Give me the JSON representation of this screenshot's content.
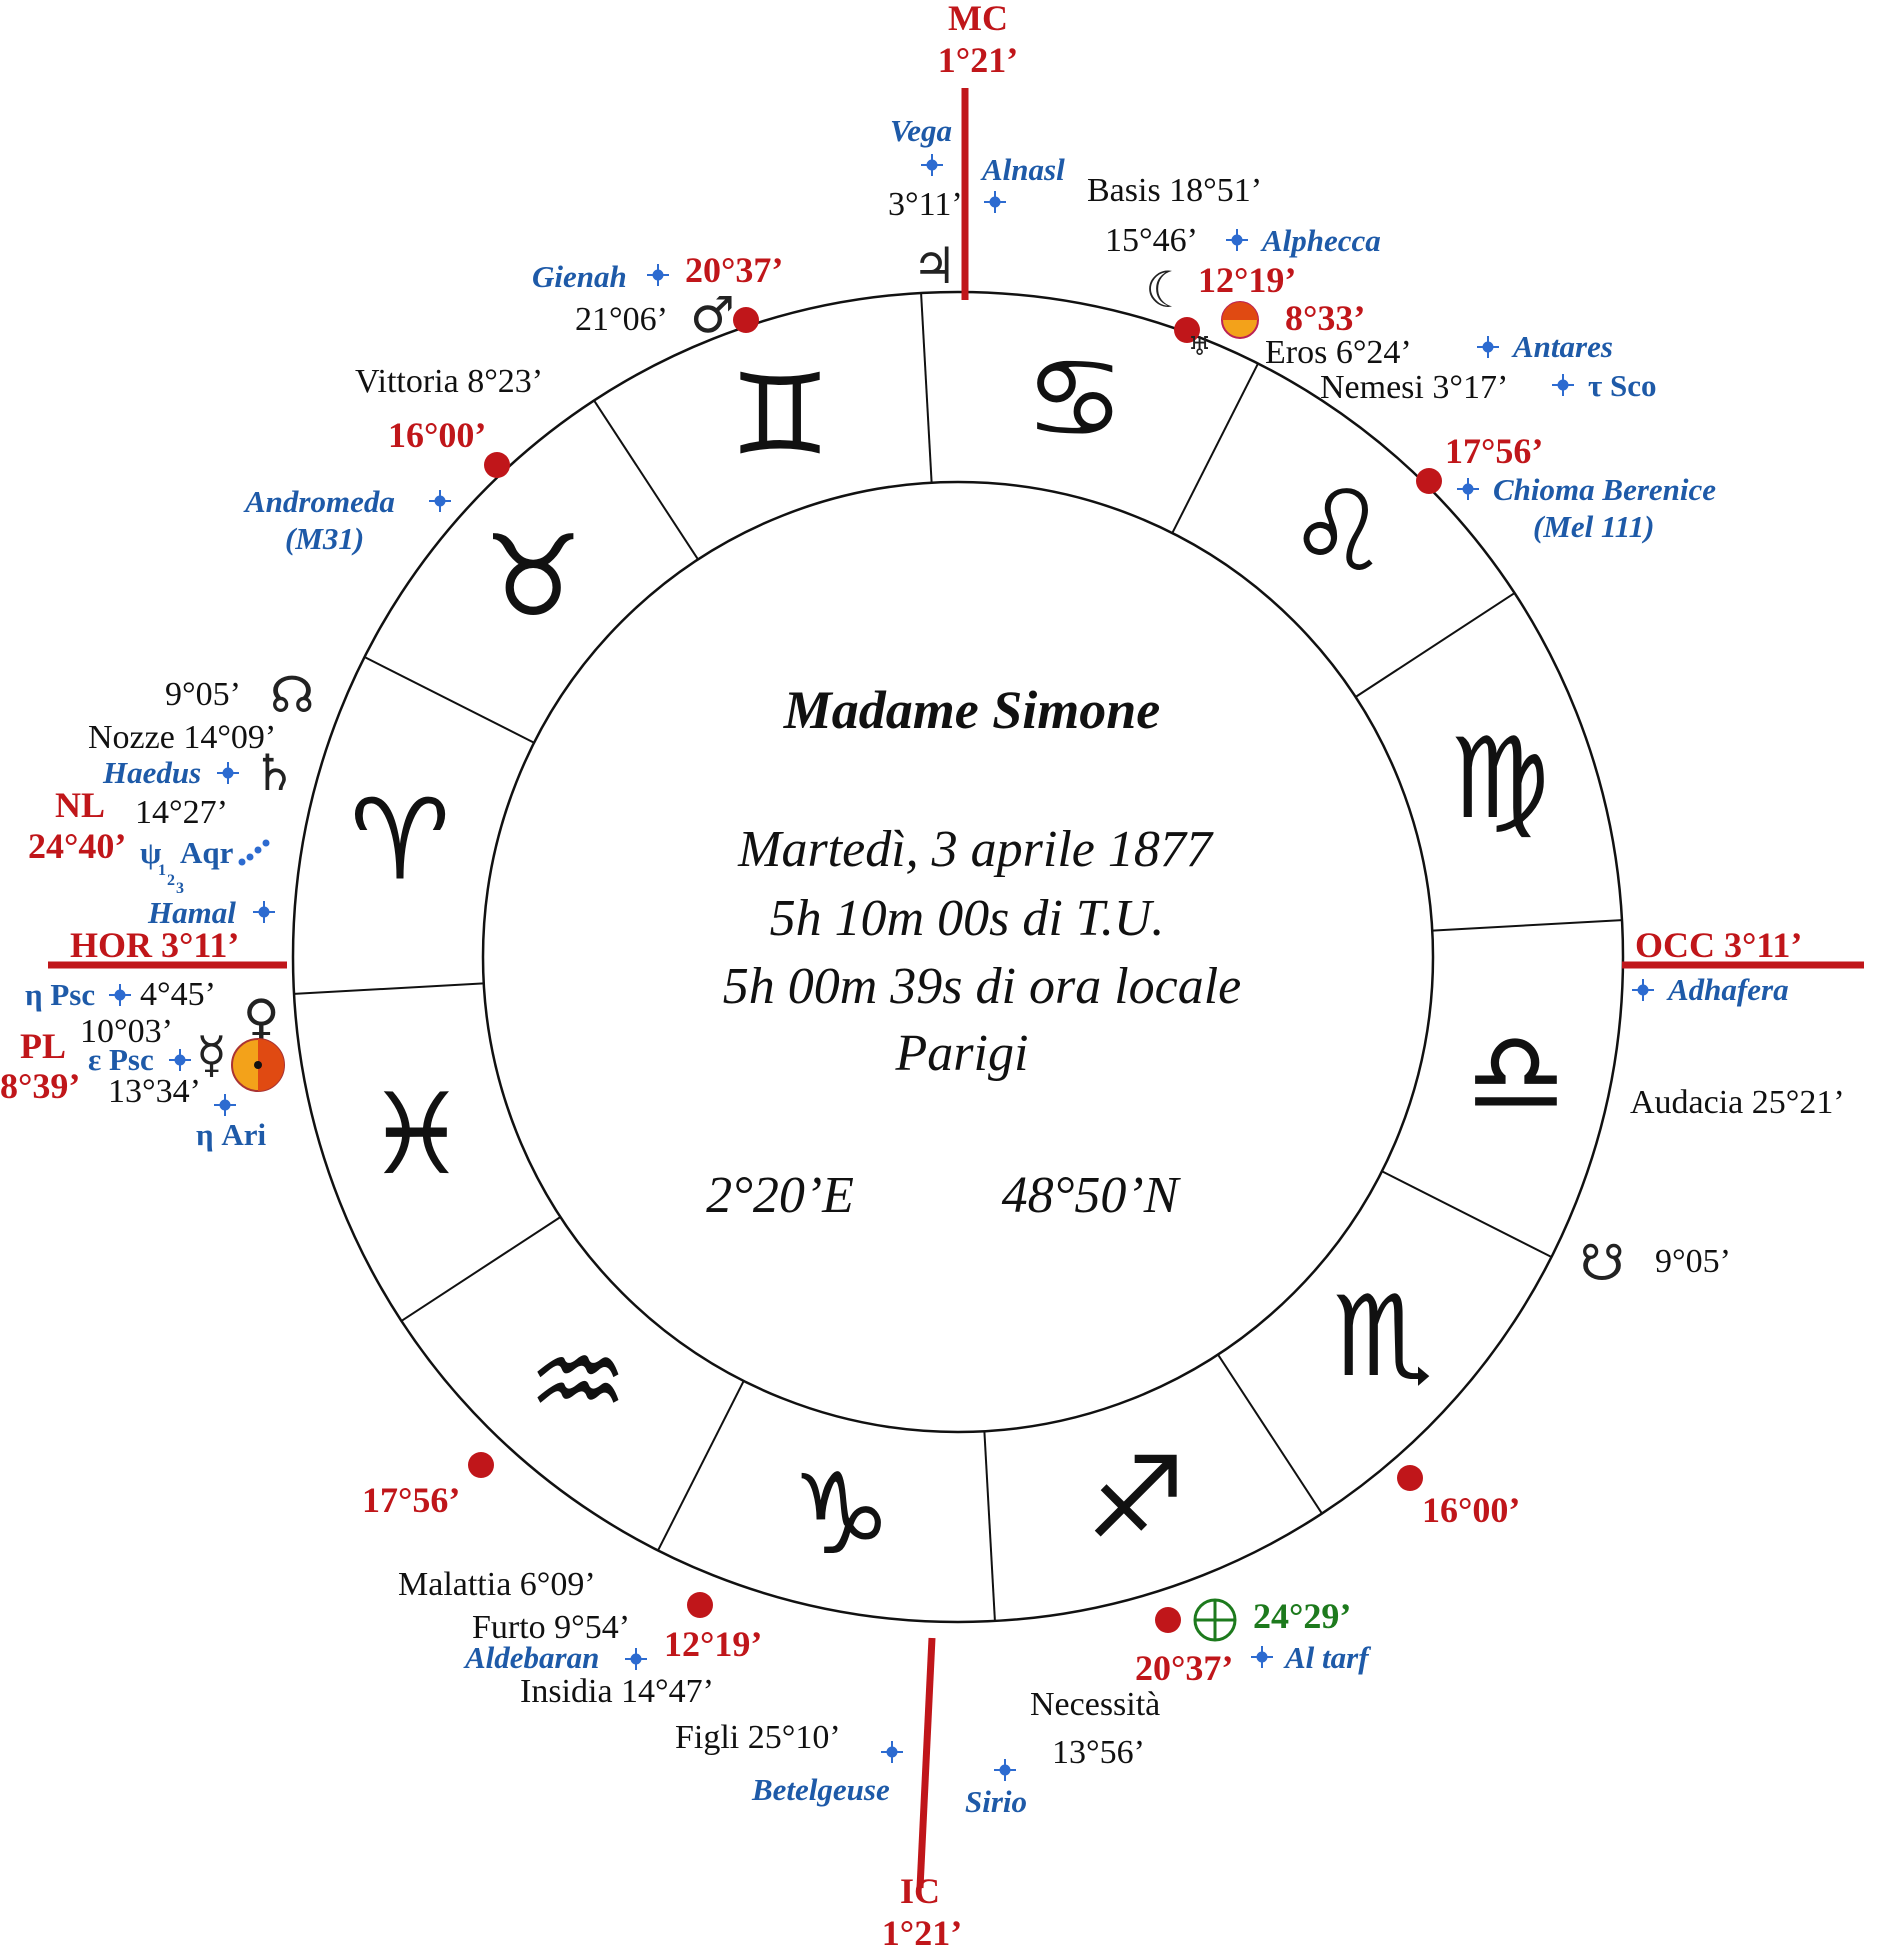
{
  "title": "Madame Simone",
  "date_line": "Martedì, 3 aprile 1877",
  "ut_line": "5h 10m 00s di T.U.",
  "local_line": "5h 00m 39s di ora locale",
  "place": "Parigi",
  "longitude": "2°20’E",
  "latitude": "48°50’N",
  "axes": {
    "mc_label": "MC",
    "mc_degree": "1°21’",
    "ic_label": "IC",
    "ic_degree": "1°21’",
    "hor": "HOR 3°11’",
    "occ": "OCC 3°11’"
  },
  "colors": {
    "axis_red": "#c0161a",
    "star_blue": "#1e5aa8",
    "fortune_green": "#1d7a1d",
    "sun_orange": "#e88a10"
  },
  "signs": [
    "aries-glyph",
    "taurus-glyph",
    "gemini-glyph",
    "cancer-glyph",
    "leo-glyph",
    "virgo-glyph",
    "libra-glyph",
    "scorpio-glyph",
    "sagittarius-glyph",
    "capricorn-glyph",
    "aquarius-glyph",
    "pisces-glyph"
  ],
  "sign_chars": [
    "♈",
    "♉",
    "♊",
    "♋",
    "♌",
    "♍",
    "♎",
    "♏",
    "♐",
    "♑",
    "♒",
    "♓"
  ],
  "cusps_red": [
    {
      "text": "20°37’"
    },
    {
      "text": "12°19’"
    },
    {
      "text": "8°33’"
    },
    {
      "text": "17°56’"
    },
    {
      "text": "16°00’"
    },
    {
      "text": "16°00’"
    },
    {
      "text": "17°56’"
    },
    {
      "text": "12°19’"
    },
    {
      "text": "20°37’"
    }
  ],
  "nodes": {
    "nl_label": "NL",
    "nl_degree": "24°40’",
    "pl_label": "PL",
    "pl_degree": "8°39’"
  },
  "fortune": "24°29’",
  "black_labels": {
    "jupiter": "3°11’",
    "basis": "Basis  18°51’",
    "moon": "15°46’",
    "mars": "21°06’",
    "eros": "Eros 6°24’",
    "nemesi": "Nemesi 3°17’",
    "vittoria": "Vittoria 8°23’",
    "node_n": "9°05’",
    "nozze": "Nozze 14°09’",
    "saturn": "14°27’",
    "venus": "4°45’",
    "mercury": "10°03’",
    "sun": "13°34’",
    "audacia": "Audacia 25°21’",
    "node_s": "9°05’",
    "malattia": "Malattia 6°09’",
    "furto": "Furto 9°54’",
    "insidia": "Insidia 14°47’",
    "figli": "Figli 25°10’",
    "necessita": "Necessità",
    "necessita_deg": "13°56’"
  },
  "stars": {
    "vega": "Vega",
    "alnasl": "Alnasl",
    "alphecca": "Alphecca",
    "antares": "Antares",
    "tau_sco": "τ Sco",
    "chioma": "Chioma Berenice",
    "mel111": "(Mel 111)",
    "gienah": "Gienah",
    "andromeda": "Andromeda",
    "m31": "(M31)",
    "haedus": "Haedus",
    "psi_aqr": "Aqr",
    "hamal": "Hamal",
    "eta_psc": "η Psc",
    "eps_psc": "ε Psc",
    "eta_ari": "η Ari",
    "adhafera": "Adhafera",
    "aldebaran": "Aldebaran",
    "betelgeuse": "Betelgeuse",
    "sirio": "Sirio",
    "al_tarf": "Al tarf"
  }
}
